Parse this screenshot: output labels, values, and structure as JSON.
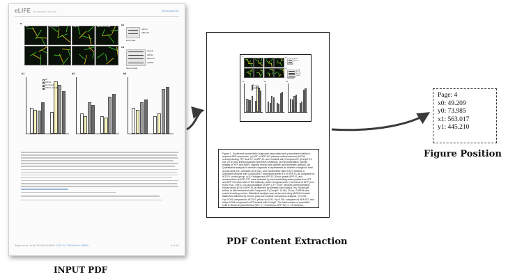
{
  "input_pdf": {
    "logo": "eLIFE",
    "logo_sub": "Research article",
    "header_right": "Neuroscience",
    "footer_left": "Bryan et al. eLife 2016;5:e19683.",
    "footer_link": "DOI: 10.7554/eLife.19683",
    "footer_right": "4 of 18",
    "label": "INPUT PDF"
  },
  "figure": {
    "panel_labels": [
      "a",
      "b",
      "c",
      "b1",
      "b2",
      "b3",
      "c1",
      "c2",
      "c3"
    ],
    "column_headers": [
      "EV",
      "EV+CompE",
      "APP-FL",
      "APP-FL+CompE"
    ],
    "blot_labels": [
      "APP-FL",
      "APP-CTF",
      "Exon lysate",
      "CompE",
      "APP-FL",
      "APP-CTF",
      "GAPDH",
      "Neuron lysate"
    ],
    "legend": [
      "EV",
      "APP-FL",
      "EV+CompE",
      "APP-FL+CompE"
    ]
  },
  "extraction": {
    "label": "PDF Content Extraction",
    "text": "Figure 1. Exuberant exodendritic outgrowth associated with y-secretase inhibition requires APP expression. (a) WT or APP KO primary cortical neurons (6 DIV) overexpressing YFP and EV or APP-FL were treated with Compound E (CompE 10 nM, 24 hr) and immunostained with MAP2 antibody. (a) Representative overlay images of YFP and MAP2 staining reveal axon (green) and dendrites (yellow). (b) Quantitative analysis of neurite outgrowth is represented as relative changes in total axonal area (b1), dendritic area (b2), and exodendritic ratio (b3) in treated or untreated neurons with Compound E expressing either EV or APP-FL as compared to WT-EV control group. (c1) Endogenous APP-FL (Exon lysate) APP-FL and accumulation of APP-CTF were detected by immunoblotting brain lysates from WT and APP KO mice with CTM1 antibody, which recognizes the C-terminus of APP (von Koch et al., 1997). (c2) Accumulation of APP-CTF in WT neurons overexpressing empty vector (EV) or APP-FL is detected by Western blot using a Tris-Tricine gel, before or after treatment with Compound E (CompE: 10 nM, 24 hr). GAPDH was used as loading control. Statistical analysis was performed using ANOVA Kruskal-Wallis test followed by Dunn's post-hoc multiple comparison analysis. *p<0.05, **p<0.001 compared to WT-EV, yellow *p<0.05, **p<0.001 compared to APP KO, and ###p<0.001 compared to WT treated with CompE. The total number of quantified cells is shown in parentheses (WT, n = 5 embryos; APP KO, n = 8 embryos; Compound E, n = 5 embryos). Error bars indicate SEM. DOI: 10.7554/eLife.19683.003 The following figure supplements are available for figure 1:"
  },
  "position": {
    "label": "Figure Position",
    "page": "Page: 4",
    "x0": "x0: 49.209",
    "y0": "y0: 73.985",
    "x1": "x1: 563.017",
    "y1": "y1: 445.210"
  },
  "colors": {
    "arrow": "#3a3a3a",
    "axon": "#38c02a",
    "dendrite": "#e0c020",
    "bar_white": "#ffffff",
    "bar_yellow": "#f4f0b8",
    "bar_gray": "#9a9a9a",
    "bar_dark": "#6a6a6a"
  }
}
